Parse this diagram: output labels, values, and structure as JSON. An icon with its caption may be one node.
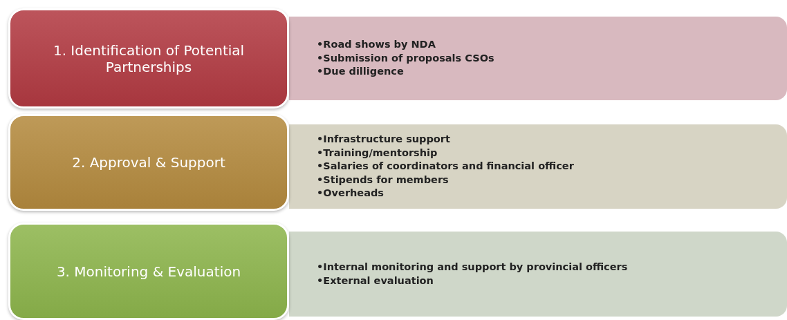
{
  "diagram": {
    "nodes": [
      {
        "text": [
          "1. Identification of Potential Partnerships"
        ]
      },
      {
        "text": [
          "•Road shows by NDA",
          "•Submission of proposals CSOs",
          "•Due dilligence"
        ]
      },
      {
        "text": [
          "2. Approval & Support"
        ]
      },
      {
        "text": [
          "•Infrastructure support",
          "•Training/mentorship",
          "•Salaries of coordinators and financial officer",
          "•Stipends for members",
          "•Overheads"
        ]
      },
      {
        "text": [
          "3. Monitoring & Evaluation"
        ]
      },
      {
        "text": [
          "•Internal monitoring and support by provincial officers",
          "•External evaluation"
        ]
      }
    ]
  }
}
